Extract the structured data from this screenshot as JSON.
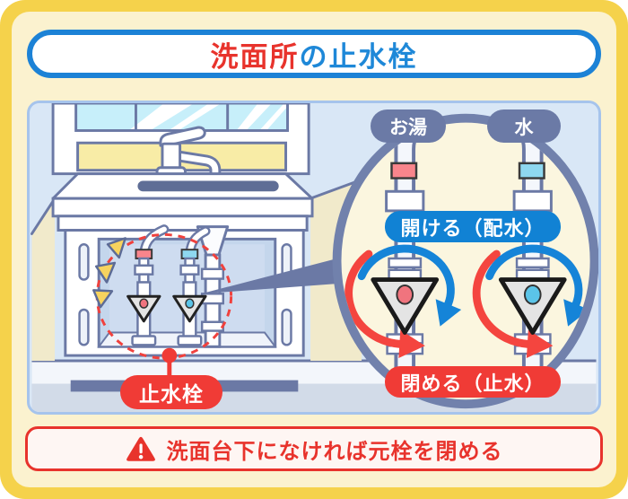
{
  "title": {
    "highlight": "洗面所",
    "rest": "の止水栓"
  },
  "magnifier": {
    "hot_label": "お湯",
    "cold_label": "水",
    "open_label": "開ける（配水）",
    "close_label": "閉める（止水）"
  },
  "scene": {
    "valve_label": "止水栓"
  },
  "warning": {
    "text": "洗面台下になければ元栓を閉める",
    "icon": "warning-triangle-icon"
  },
  "colors": {
    "frame_yellow": "#F5D24B",
    "background_cream": "#FBF2CF",
    "title_border_blue": "#1C82D6",
    "title_text_red": "#E8332C",
    "title_text_blue": "#1E88D8",
    "panel_blue": "#D9E7F6",
    "outline_slate": "#6B79A5",
    "label_navy": "#6B7AA6",
    "label_blue": "#1182D4",
    "label_red": "#F03B36",
    "hot_tab": "#F9858C",
    "cold_tab": "#8ED8F0",
    "arrow_open_blue": "#1584D8",
    "arrow_close_red": "#F4453F",
    "lens_cream": "#FBF6DF",
    "lens_border": "#7181AC"
  }
}
